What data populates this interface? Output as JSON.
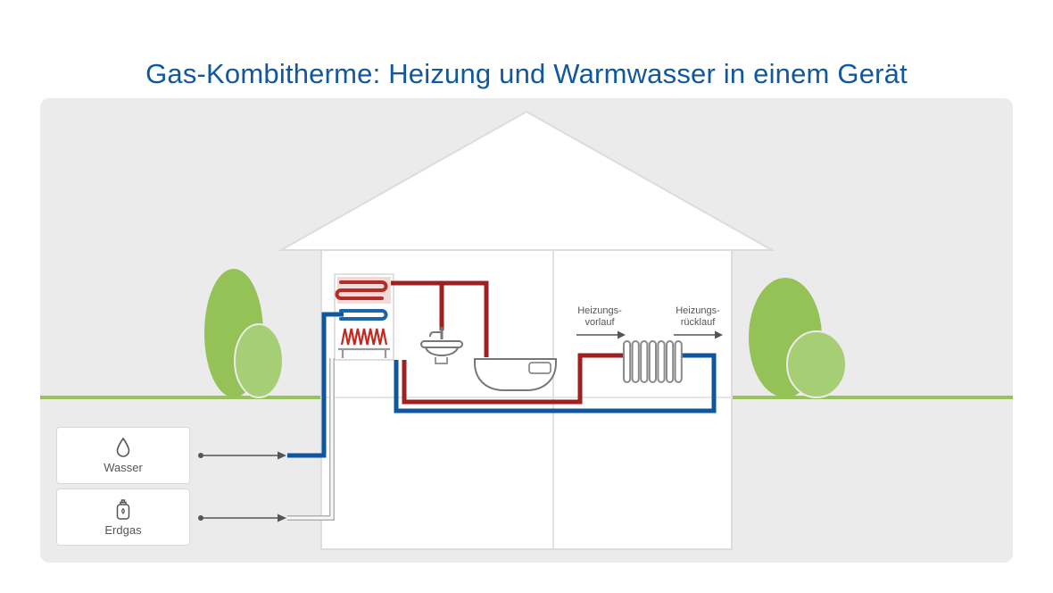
{
  "title": "Gas-Kombitherme: Heizung und Warmwasser in einem Gerät",
  "palette": {
    "title_blue": "#11589e",
    "panel_bg": "#ebebeb",
    "house_white": "#ffffff",
    "outline_gray": "#dcdcdc",
    "icon_gray": "#777777",
    "text_gray": "#555555",
    "ground_green": "#97c35a",
    "bush_green": "#94c257",
    "bush_green_light": "#a6ce74",
    "pipe_hot_red": "#9e2020",
    "pipe_cold_blue": "#0e56a0",
    "burner_flame_red": "#c4281f",
    "coil_backdrop_pink": "#f0dbda",
    "gas_pipe_gray": "#b0b0b0"
  },
  "diagram": {
    "heating_flow_label": {
      "line1": "Heizungs-",
      "line2": "vorlauf"
    },
    "heating_return_label": {
      "line1": "Heizungs-",
      "line2": "rücklauf"
    },
    "sources": [
      {
        "id": "wasser",
        "label": "Wasser",
        "icon": "water-drop-icon"
      },
      {
        "id": "erdgas",
        "label": "Erdgas",
        "icon": "gas-bottle-icon"
      }
    ]
  }
}
